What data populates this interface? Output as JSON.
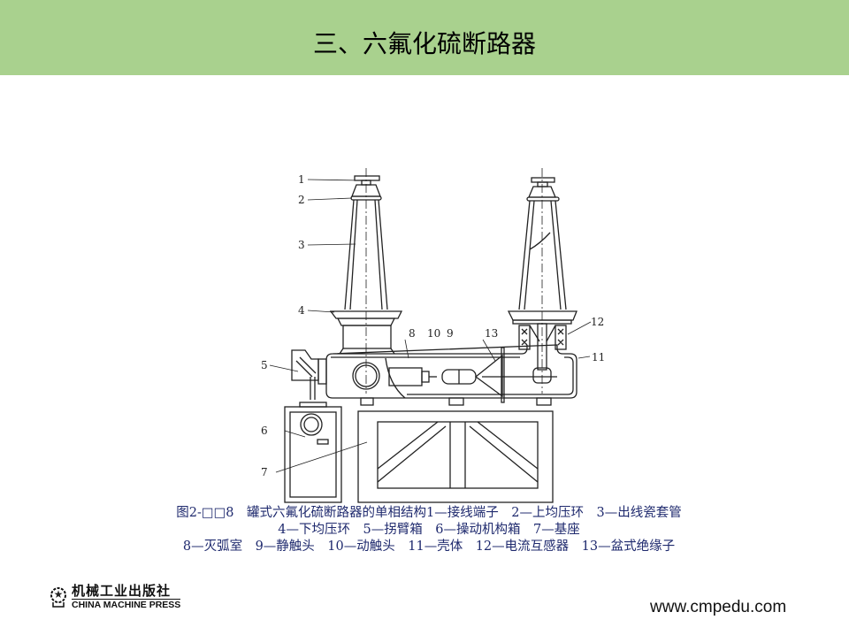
{
  "header": {
    "title": "三、六氟化硫断路器",
    "color": "#a9d18e"
  },
  "figure": {
    "labels": [
      "1",
      "2",
      "3",
      "4",
      "5",
      "6",
      "7",
      "8",
      "9",
      "10",
      "11",
      "12",
      "13"
    ]
  },
  "caption": {
    "line1": "图2-□□8　罐式六氟化硫断路器的单相结构1—接线端子　2—上均压环　3—出线瓷套管",
    "line2": "4—下均压环　5—拐臂箱　6—操动机构箱　7—基座",
    "line3": "8—灭弧室　9—静触头　10—动触头　11—壳体　12—电流互感器　13—盆式绝缘子"
  },
  "logo": {
    "cn": "机械工业出版社",
    "en": "CHINA MACHINE PRESS"
  },
  "footer": {
    "url": "www.cmpedu.com"
  }
}
